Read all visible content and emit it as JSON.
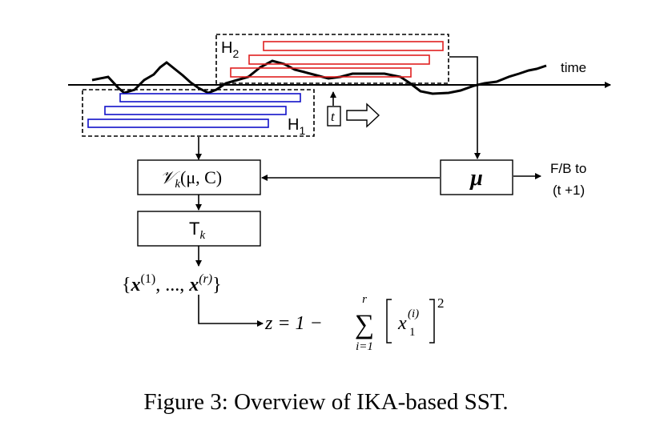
{
  "diagram": {
    "time_label": "time",
    "h2_label": {
      "main": "H",
      "sub": "2"
    },
    "h1_label": {
      "main": "H",
      "sub": "1"
    },
    "t_label": "t",
    "vk_box": {
      "script": "𝒱",
      "sub": "k",
      "args": "(μ, C)"
    },
    "tk_box": {
      "main": "T",
      "sub": "k"
    },
    "mu_box": "μ",
    "feedback": {
      "line1": "F/B to",
      "line2": "(t +1)"
    },
    "vectors": {
      "open": "{",
      "x": "x",
      "sup1": "(1)",
      "dots": ", ..., ",
      "supr": "(r)",
      "close": "}"
    },
    "score": {
      "lhs": "z = 1 −",
      "sum": "∑",
      "upper": "r",
      "lower": "i=1",
      "term": "x",
      "term_sup": "(i)",
      "term_sub": "1",
      "power": "2"
    },
    "colors": {
      "h1_windows": "#1010c8",
      "h2_windows": "#e02020",
      "lines": "#000000"
    }
  },
  "caption": "Figure 3: Overview of IKA-based SST."
}
